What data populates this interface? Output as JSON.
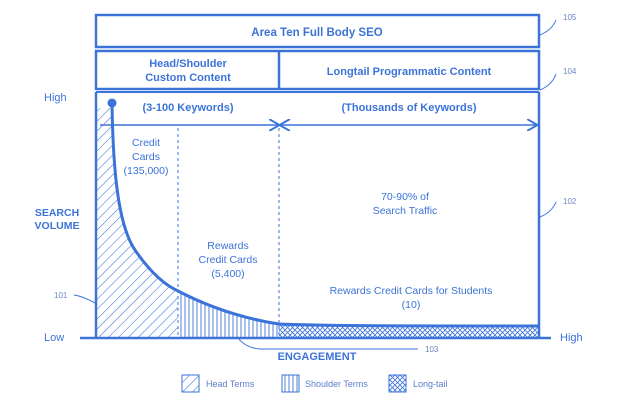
{
  "header": {
    "title": "Area Ten Full Body SEO",
    "head_col": [
      "Head/Shoulder",
      "Custom Content"
    ],
    "tail_col": "Longtail Programmatic Content",
    "head_range": "(3-100 Keywords)",
    "tail_range": "(Thousands of Keywords)"
  },
  "axes": {
    "y_high": "High",
    "y_low": "Low",
    "x_high": "High",
    "y_label": [
      "SEARCH",
      "VOLUME"
    ],
    "x_label": "ENGAGEMENT"
  },
  "annotations": {
    "credit_cards": [
      "Credit",
      "Cards",
      "(135,000)"
    ],
    "rewards": [
      "Rewards",
      "Credit Cards",
      "(5,400)"
    ],
    "traffic": [
      "70-90% of",
      "Search Traffic"
    ],
    "students": [
      "Rewards Credit Cards for Students",
      "(10)"
    ]
  },
  "refs": {
    "r105": "105",
    "r104": "104",
    "r102": "102",
    "r101": "101",
    "r103": "103"
  },
  "legend": [
    {
      "label": "Head Terms",
      "icon": "diagonal-hatch-icon"
    },
    {
      "label": "Shoulder Terms",
      "icon": "vertical-hatch-icon"
    },
    {
      "label": "Long-tail",
      "icon": "crosshatch-icon"
    }
  ],
  "colors": {
    "primary": "#3b73d9",
    "secondary": "#6b86c4"
  }
}
